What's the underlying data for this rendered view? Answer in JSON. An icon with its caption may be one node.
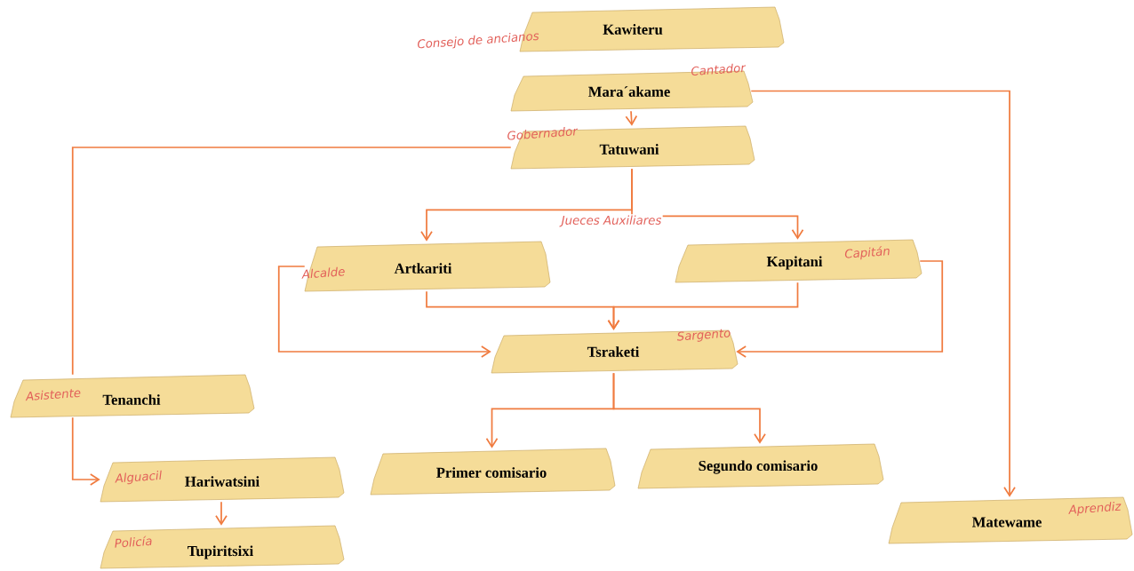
{
  "diagram": {
    "nodes": [
      {
        "text": [
          "Consejo de ancianos",
          "Kawiteru"
        ]
      },
      {
        "text": [
          "Cantador",
          "Mara´akame"
        ]
      },
      {
        "text": [
          "Gobernador",
          "Tatuwani"
        ]
      },
      {
        "text": [
          "Alcalde",
          "Artkariti"
        ]
      },
      {
        "text": [
          "Capitán",
          "Kapitani"
        ]
      },
      {
        "text": [
          "Sargento",
          "Tsraketi"
        ]
      },
      {
        "text": [
          "Asistente",
          "Tenanchi"
        ]
      },
      {
        "text": [
          "Alguacil",
          "Hariwatsini"
        ]
      },
      {
        "text": [
          "Primer comisario"
        ]
      },
      {
        "text": [
          "Segundo comisario"
        ]
      },
      {
        "text": [
          "Policía",
          "Tupiritsixi"
        ]
      },
      {
        "text": [
          "Aprendiz",
          "Matewame"
        ]
      }
    ],
    "edges": [
      {
        "from": 1,
        "to": 2,
        "arrow": "to"
      },
      {
        "from": 1,
        "to": 11,
        "arrow": "to"
      },
      {
        "from": 2,
        "to": 3,
        "arrow": "to"
      },
      {
        "from": 2,
        "to": 4,
        "arrow": "to"
      },
      {
        "from": 2,
        "to": 6,
        "arrow": "none"
      },
      {
        "from": 6,
        "to": 7,
        "arrow": "to"
      },
      {
        "from": 3,
        "to": 5,
        "arrow": "to"
      },
      {
        "from": 4,
        "to": 5,
        "arrow": "to"
      },
      {
        "from": 3,
        "to": 5,
        "arrow": "to"
      },
      {
        "from": 4,
        "to": 5,
        "arrow": "to"
      },
      {
        "from": 5,
        "to": 8,
        "arrow": "to"
      },
      {
        "from": 5,
        "to": 9,
        "arrow": "to"
      },
      {
        "from": 7,
        "to": 10,
        "arrow": "to"
      }
    ],
    "labels": [
      "Jueces Auxiliares"
    ]
  }
}
